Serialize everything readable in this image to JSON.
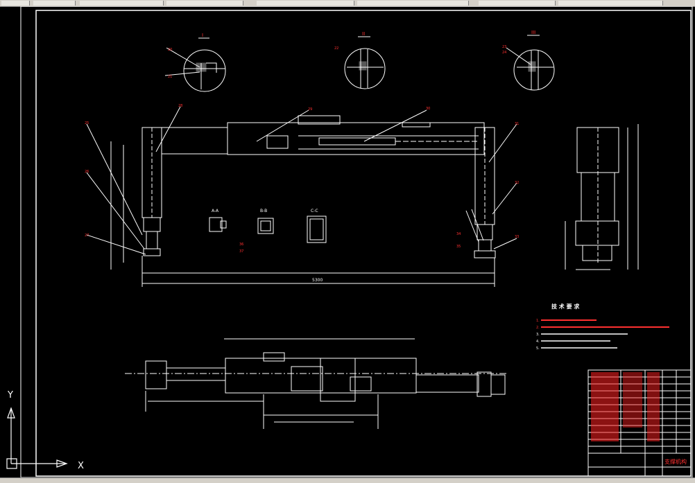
{
  "colors": {
    "background": "#000000",
    "lines": "#ffffff",
    "annotation": "#ff0000",
    "titleblock": "#ff2020"
  },
  "ucs": {
    "x_label": "X",
    "y_label": "Y"
  },
  "notes": {
    "title": "技 术 要 求",
    "items": [
      "1.",
      "2.",
      "3.",
      "4.",
      "5."
    ]
  },
  "titleblock": {
    "drawing_name": "支撑机构"
  },
  "views": {
    "front": {
      "overall_dimension": "5300"
    }
  },
  "detail_labels": [
    "I",
    "II",
    "III"
  ],
  "section_labels": [
    "A-A",
    "B-B",
    "C-C"
  ],
  "balloons": [
    "20",
    "21",
    "22",
    "23",
    "24",
    "25",
    "26",
    "27",
    "28",
    "29",
    "30",
    "31",
    "32",
    "33",
    "34",
    "35",
    "36",
    "37"
  ]
}
